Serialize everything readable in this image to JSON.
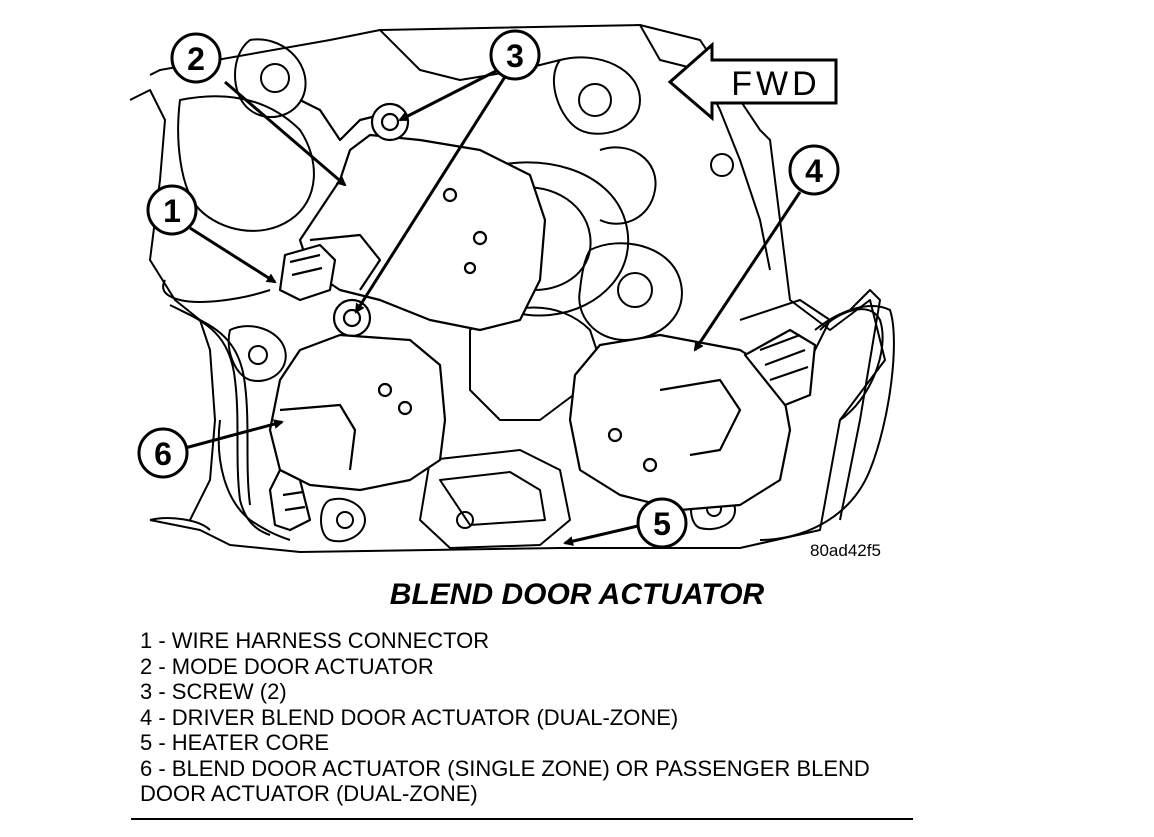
{
  "diagram": {
    "title": "BLEND DOOR ACTUATOR",
    "direction_label": "FWD",
    "figure_code": "80ad42f5",
    "callouts": [
      "1",
      "2",
      "3",
      "4",
      "5",
      "6"
    ]
  },
  "legend": [
    {
      "text": "1 - WIRE HARNESS CONNECTOR"
    },
    {
      "text": "2 - MODE DOOR ACTUATOR"
    },
    {
      "text": "3 - SCREW (2)"
    },
    {
      "text": "4 - DRIVER BLEND DOOR ACTUATOR (DUAL-ZONE)"
    },
    {
      "text": "5 - HEATER CORE"
    },
    {
      "text": "6 - BLEND DOOR ACTUATOR (SINGLE ZONE) OR PASSENGER BLEND DOOR ACTUATOR (DUAL-ZONE)"
    }
  ]
}
